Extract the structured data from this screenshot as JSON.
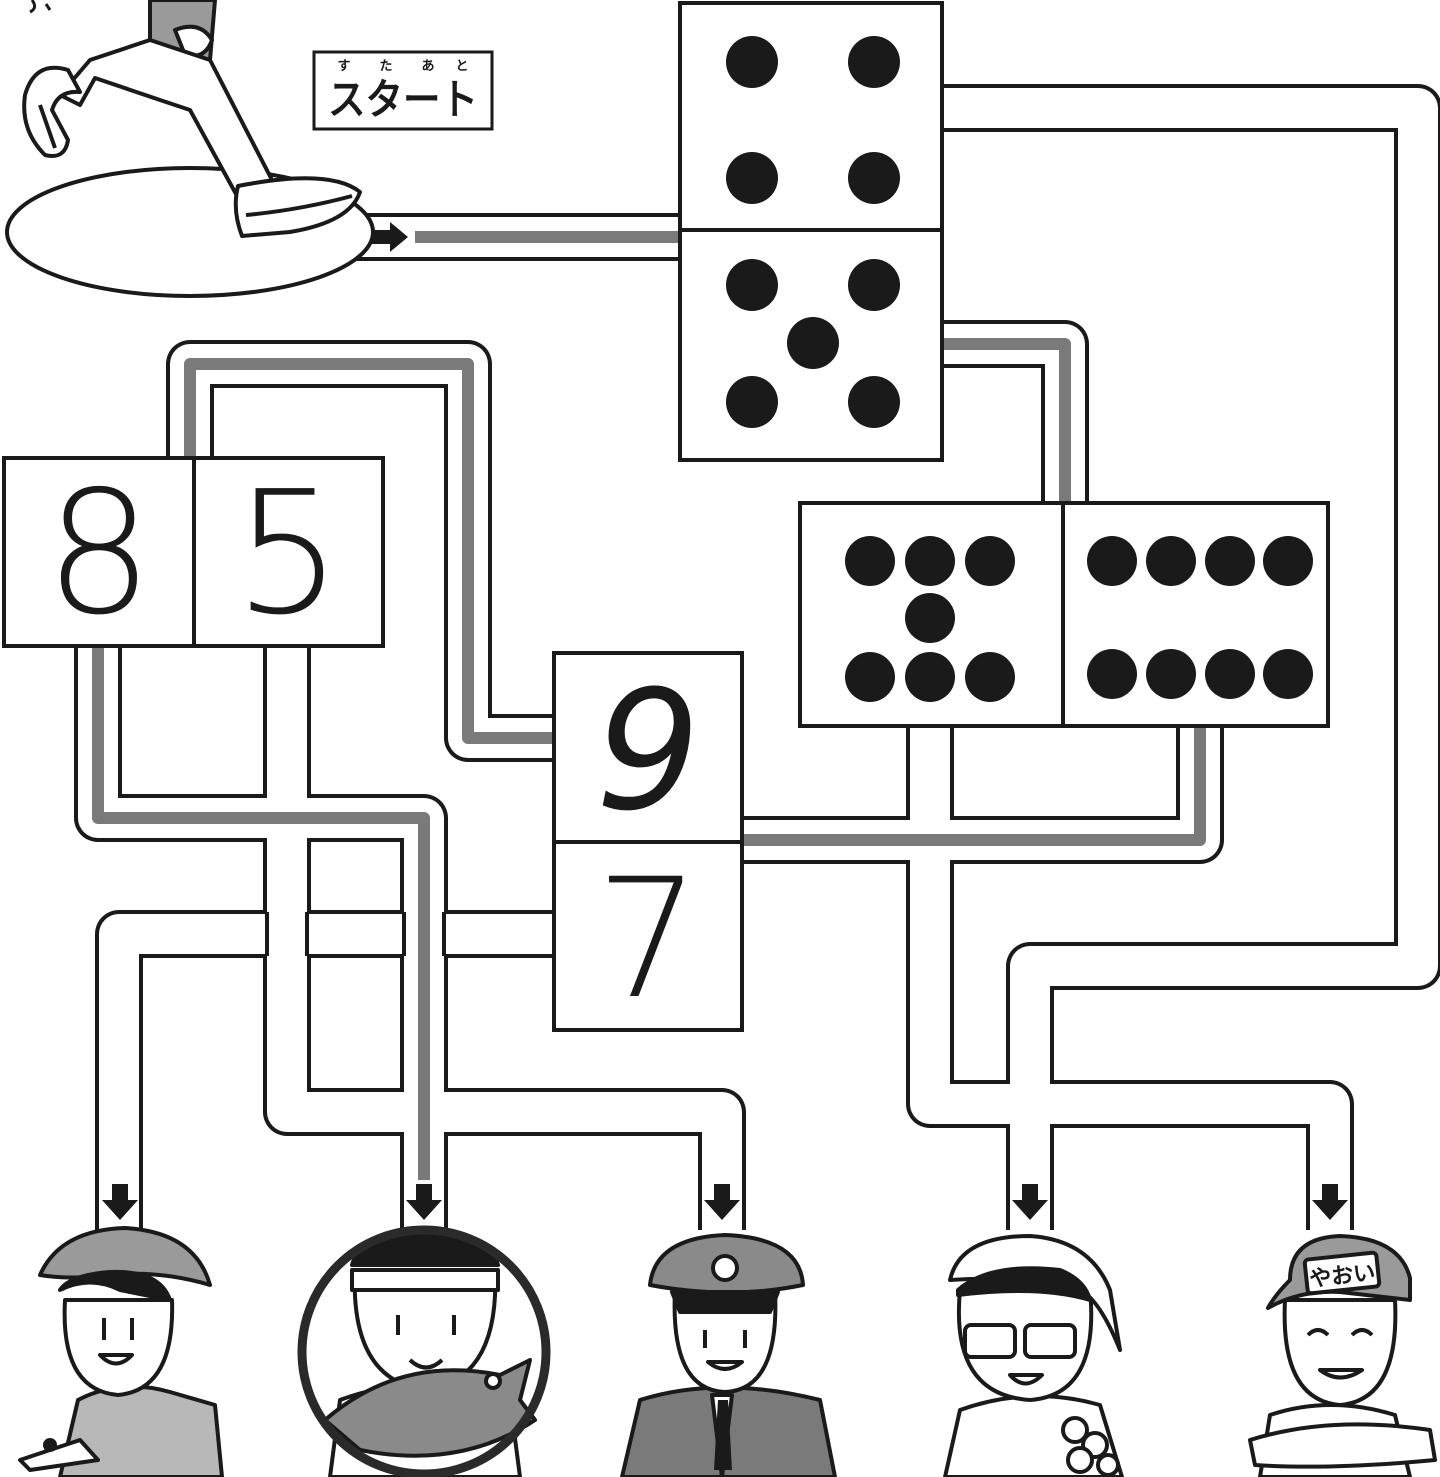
{
  "start_label": {
    "text": "スタート",
    "ruby": [
      "す",
      "た",
      "あ",
      "と"
    ]
  },
  "tiles": {
    "numeral_pair": {
      "left": "8",
      "right": "5"
    },
    "numeral_vertical": {
      "top": "9",
      "bottom": "7"
    },
    "dot_vertical": {
      "top_dots": 4,
      "bottom_dots": 5
    },
    "dot_horizontal": {
      "left_dots": 7,
      "right_dots": 8
    }
  },
  "goals": [
    {
      "id": "cake-shop-clerk",
      "selected": false
    },
    {
      "id": "fishmonger",
      "selected": true
    },
    {
      "id": "station-master",
      "selected": false
    },
    {
      "id": "florist",
      "selected": false
    },
    {
      "id": "greengrocer",
      "selected": false,
      "cap_text": "やおい"
    }
  ],
  "colors": {
    "line": "#1a1a1a",
    "path_gray": "#7a7a7a",
    "paper": "#ffffff",
    "clothes_gray": "#9a9a9a"
  }
}
